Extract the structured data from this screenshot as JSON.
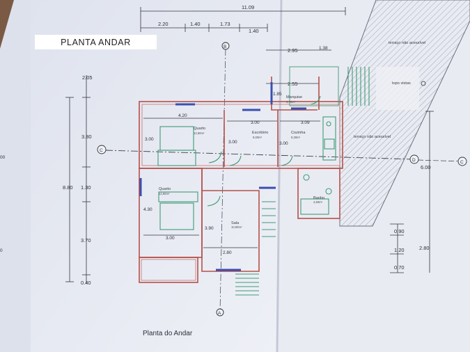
{
  "caption": "PLANTA ANDAR",
  "drawing_title": "Planta do Andar",
  "top_dims": {
    "total": "11.09",
    "d1": "2.20",
    "d2": "1.40",
    "d3": "1.73",
    "d4": "1.40",
    "d5": "2.95",
    "d6": "1.38",
    "d7": "2.55"
  },
  "left_dims": {
    "total": "8.80",
    "d1": "2.05",
    "d2": "3.80",
    "d3": "1.30",
    "d4": "3.70",
    "d5": "0.40"
  },
  "right_dims": {
    "total": "6.00",
    "d1": "2.80",
    "d2": "0.90",
    "d3": "1.20",
    "d4": "0.70"
  },
  "interior_dims": {
    "quarto1_w": "4.20",
    "quarto1_h": "3.00",
    "escritorio_h": "3.00",
    "cozinha_w": "3.09",
    "cozinha_h": "3.00",
    "marquise_h": "1.85",
    "quarto2_h": "4.30",
    "quarto2_w": "3.00",
    "sala_h": "3.90",
    "sala_w": "2.80"
  },
  "rooms": {
    "quarto1": {
      "name": "Quarto",
      "area": "12,60m²"
    },
    "escritorio": {
      "name": "Escritório",
      "area": "9,00m²"
    },
    "cozinha": {
      "name": "Cozinha",
      "area": "9,30m²"
    },
    "marquise": {
      "name": "Marquise",
      "area": "4,70m²"
    },
    "quarto2": {
      "name": "Quarto",
      "area": "12,90m²"
    },
    "sala": {
      "name": "Sala",
      "area": "10,90m²"
    },
    "banho": {
      "name": "Banho",
      "area": "4,60m²"
    }
  },
  "terrace": {
    "top": "terraço não acessível",
    "right": "terraço não acessível",
    "topo_vistas": "topo vistas"
  },
  "axes": {
    "b": "B",
    "a": "A",
    "c": "C",
    "d": "D"
  },
  "edge": {
    "left_top": "00",
    "left_bottom": "0"
  },
  "colors": {
    "paper": "#e6e9f2",
    "wall": "#b5504a",
    "dimension": "#34363f",
    "fixture": "#3f9b77",
    "window": "#3a4fb0",
    "terrace": "#c9ccd8"
  }
}
